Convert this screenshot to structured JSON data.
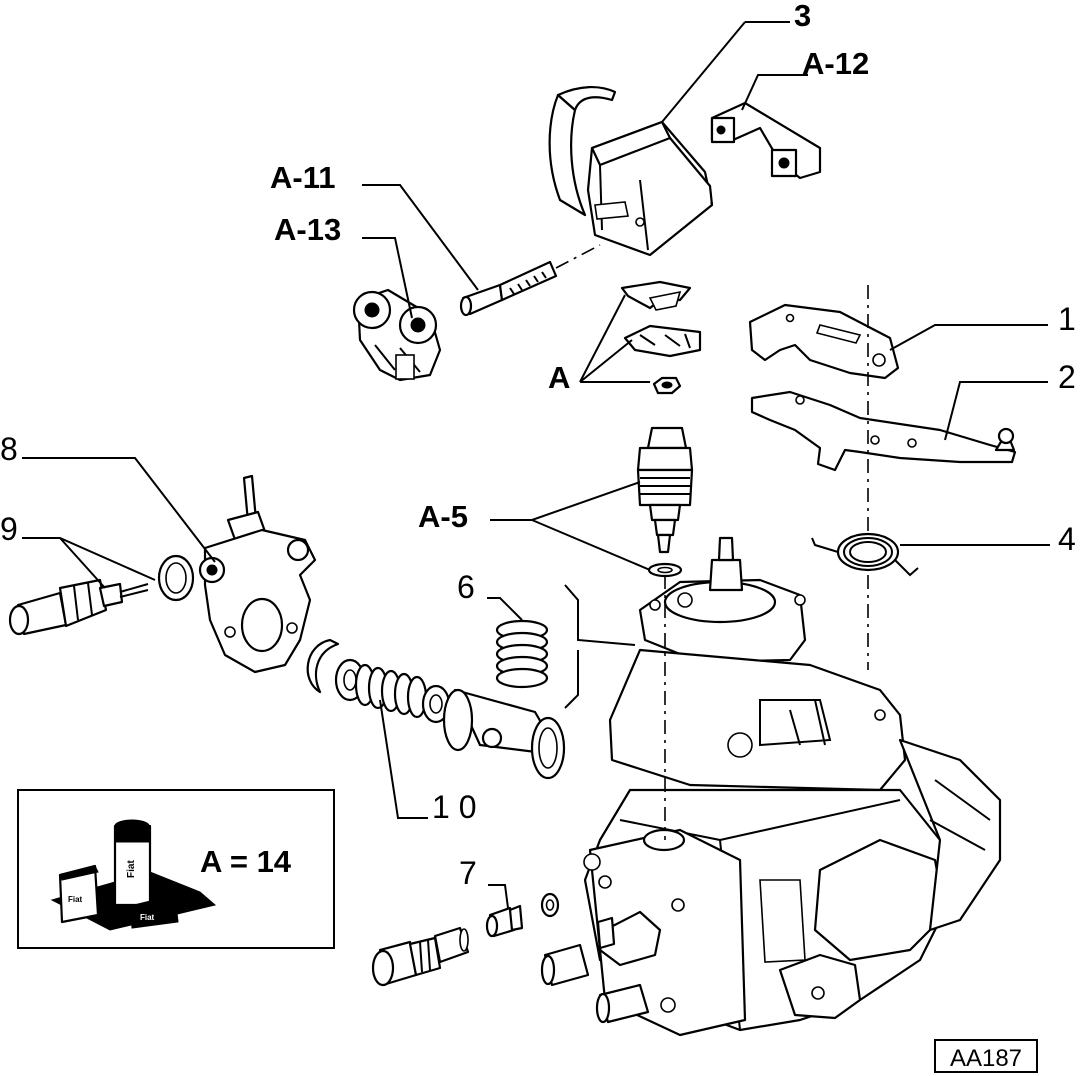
{
  "callouts": {
    "c3": "3",
    "cA12": "A-12",
    "cA11": "A-11",
    "cA13": "A-13",
    "c1": "1",
    "c2": "2",
    "cA": "A",
    "c8": "8",
    "c9": "9",
    "cA5": "A-5",
    "c4": "4",
    "c6": "6",
    "c10": "1 0",
    "c7": "7"
  },
  "legend_box": {
    "text": "A = 14",
    "tube_label": "Fiat",
    "cap_label": "Fiat",
    "pack_label": "Fiat"
  },
  "reference_code": "AA187"
}
